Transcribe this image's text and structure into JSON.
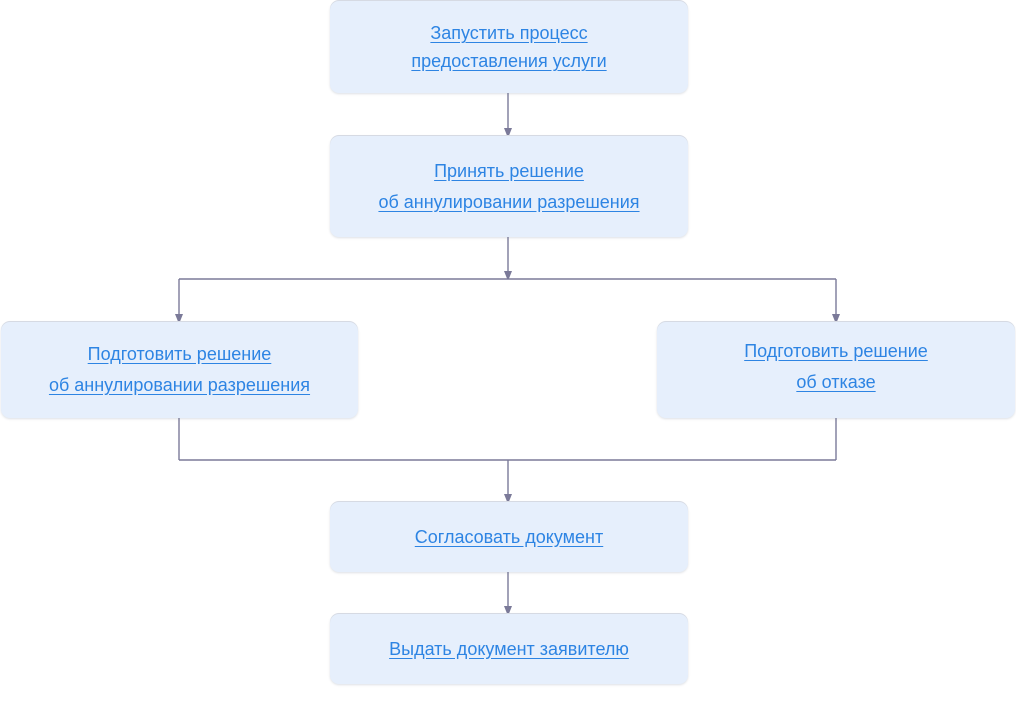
{
  "diagram": {
    "colors": {
      "node_fill": "#e6effc",
      "link_text": "#2d84e3",
      "connector": "#7b7a99"
    },
    "nodes": [
      {
        "lines": [
          "Запустить процесс",
          "предоставления услуги"
        ]
      },
      {
        "lines": [
          "Принять решение",
          "об аннулировании разрешения"
        ]
      },
      {
        "lines": [
          "Подготовить решение",
          "об аннулировании разрешения"
        ]
      },
      {
        "lines": [
          "Подготовить решение",
          "об отказе"
        ]
      },
      {
        "lines": [
          "Согласовать документ"
        ]
      },
      {
        "lines": [
          "Выдать документ заявителю"
        ]
      }
    ]
  }
}
